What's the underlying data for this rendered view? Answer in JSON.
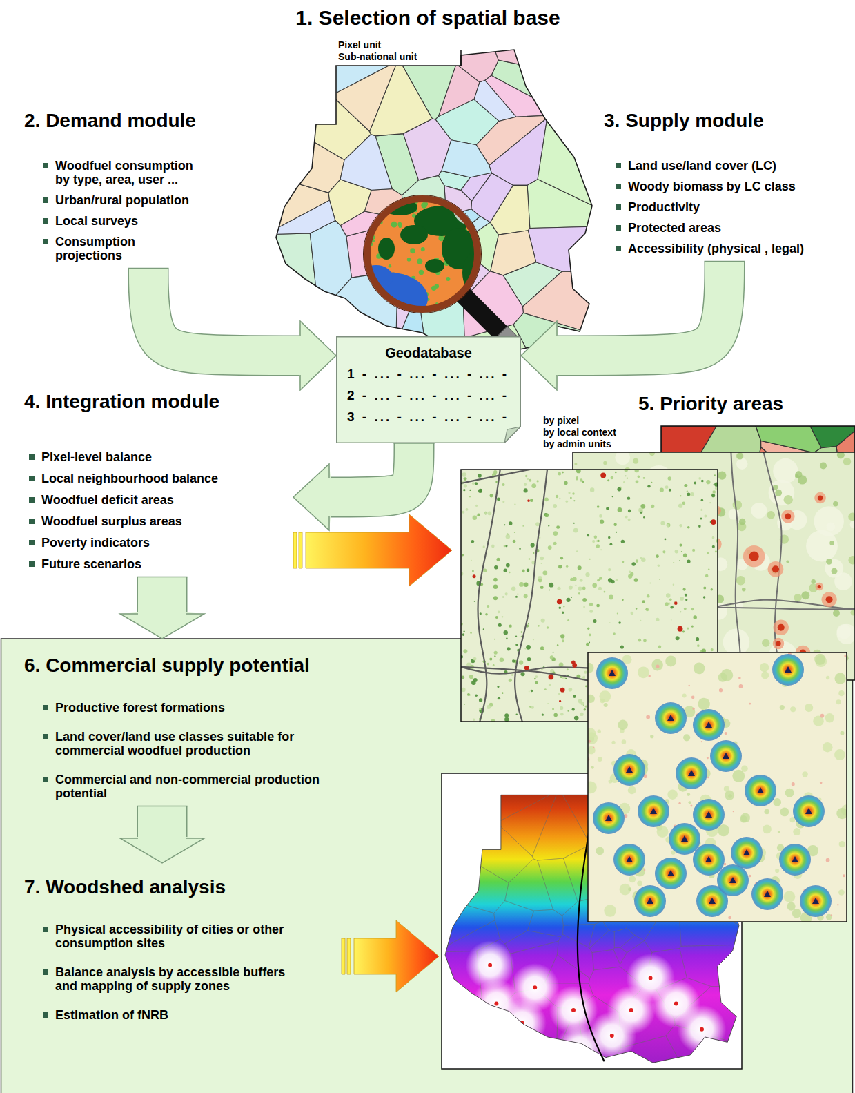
{
  "diagram": {
    "nodes": [
      {
        "text": [
          "1. Selection of spatial base"
        ]
      },
      {
        "text": [
          "2. Demand module",
          "Woodfuel consumption by type, area, user ...",
          "Urban/rural population",
          "Local surveys",
          "Consumption projections"
        ]
      },
      {
        "text": [
          "3. Supply module",
          "Land use/land cover (LC)",
          "Woody biomass by LC class",
          "Productivity",
          "Protected areas",
          "Accessibility (physical , legal)"
        ]
      },
      {
        "text": [
          "Geodatabase",
          "1 - ... - ... - ... - ... -",
          "2 - ... - ... - ... - ... -",
          "3 - ... - ... - ... - ... -"
        ]
      },
      {
        "text": [
          "4. Integration module",
          "Pixel-level balance",
          "Local neighbourhood balance",
          "Woodfuel deficit areas",
          "Woodfuel surplus areas",
          "Poverty indicators",
          "Future scenarios"
        ]
      },
      {
        "text": [
          "5. Priority areas",
          "by pixel",
          "by local context",
          "by admin units"
        ]
      },
      {
        "text": [
          "6. Commercial supply potential",
          "Productive forest formations",
          "Land cover/land use classes suitable for commercial woodfuel production",
          "Commercial and non-commercial production potential"
        ]
      },
      {
        "text": [
          "7. Woodshed analysis",
          "Physical accessibility of cities or other consumption sites",
          "Balance analysis by accessible buffers and mapping of supply zones",
          "Estimation of fNRB"
        ]
      }
    ],
    "edges": [
      {
        "from": 1,
        "to": 3,
        "arrow": "to"
      },
      {
        "from": 2,
        "to": 3,
        "arrow": "to"
      },
      {
        "from": 3,
        "to": 4,
        "arrow": "to"
      },
      {
        "from": 4,
        "to": 5,
        "arrow": "to"
      },
      {
        "from": 4,
        "to": 6,
        "arrow": "to"
      },
      {
        "from": 6,
        "to": 7,
        "arrow": "to"
      }
    ],
    "labels": [
      "Pixel unit",
      "Sub-national unit"
    ]
  }
}
